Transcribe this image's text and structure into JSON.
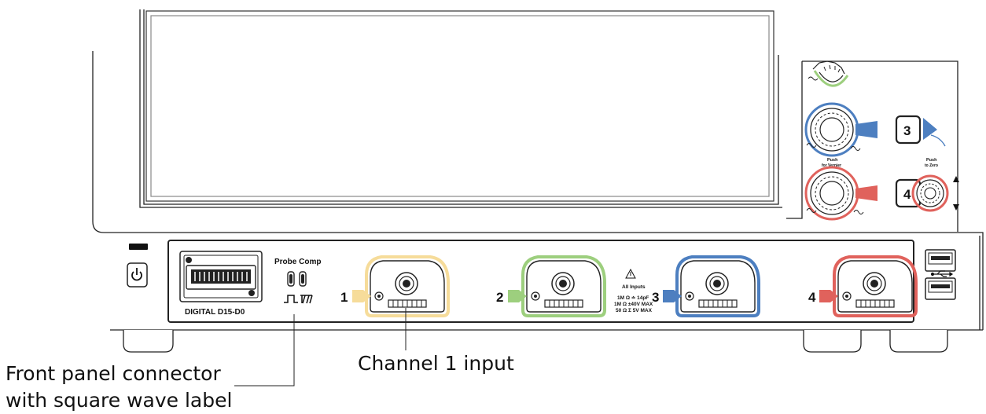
{
  "panel": {
    "digital_label": "DIGITAL D15-D0",
    "probe_comp_label": "Probe Comp",
    "all_inputs_title": "All Inputs",
    "spec_line_1": "1M Ω ≐ 14pF",
    "spec_line_2": "1M Ω ±40V MAX",
    "spec_line_3": "50 Ω Σ 5V MAX"
  },
  "channels": [
    {
      "number": "1",
      "color": "#f6dc9a"
    },
    {
      "number": "2",
      "color": "#9dcf7e"
    },
    {
      "number": "3",
      "color": "#4d7fc0"
    },
    {
      "number": "4",
      "color": "#e0625c"
    }
  ],
  "controls": {
    "ch3_button": "3",
    "ch4_button": "4",
    "push_vernier_1": "Push",
    "push_vernier_2": "for Vernier",
    "push_zero_1": "Push",
    "push_zero_2": "to Zero"
  },
  "callouts": {
    "channel_input": "Channel 1 input",
    "front_connector_line1": "Front panel connector",
    "front_connector_line2": "with square wave label"
  },
  "icons": [
    "power-icon",
    "warning-icon",
    "usb-icon",
    "square-wave-icon",
    "ground-icon"
  ]
}
